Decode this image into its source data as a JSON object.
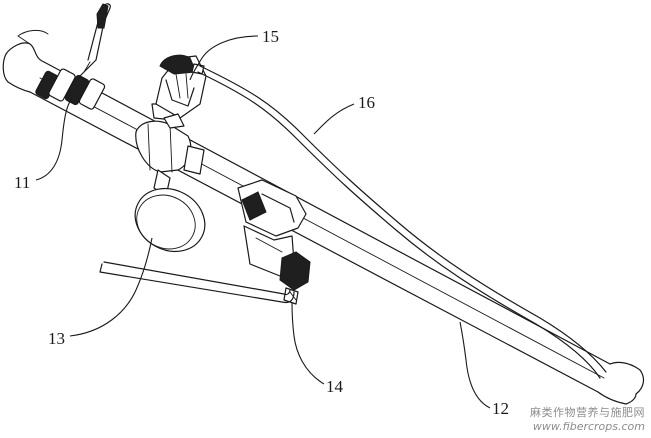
{
  "labels": {
    "l11": "11",
    "l12": "12",
    "l13": "13",
    "l14": "14",
    "l15": "15",
    "l16": "16"
  },
  "watermark": {
    "line1": "麻类作物营养与施肥网",
    "line2": "www.fibercrops.com"
  }
}
